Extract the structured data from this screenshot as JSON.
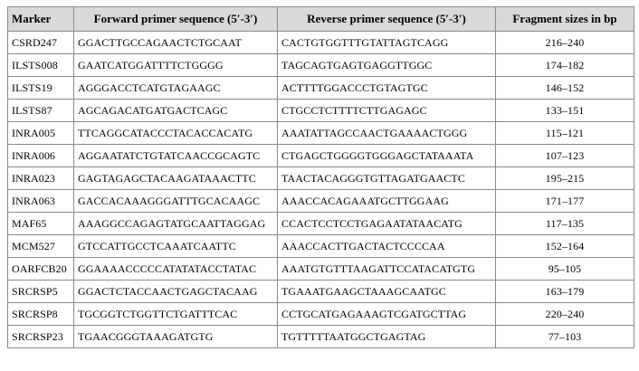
{
  "table": {
    "headers": [
      "Marker",
      "Forward primer sequence (5′-3′)",
      "Reverse primer sequence (5′-3′)",
      "Fragment sizes in bp"
    ],
    "rows": [
      [
        "CSRD247",
        "GGACTTGCCAGAACTCTGCAAT",
        "CACTGTGGTTTGTATTAGTCAGG",
        "216–240"
      ],
      [
        "ILSTS008",
        "GAATCATGGATTTTCTGGGG",
        "TAGCAGTGAGTGAGGTTGGC",
        "174–182"
      ],
      [
        "ILSTS19",
        "AGGGACCTCATGTAGAAGC",
        "ACTTTTGGACCCTGTAGTGC",
        "146–152"
      ],
      [
        "ILSTS87",
        "AGCAGACATGATGACTCAGC",
        "CTGCCTCTTTTCTTGAGAGC",
        "133–151"
      ],
      [
        "INRA005",
        "TTCAGGCATACCCTACACCACATG",
        "AAATATTAGCCAACTGAAAACTGGG",
        "115–121"
      ],
      [
        "INRA006",
        "AGGAATATCTGTATCAACCGCAGTC",
        "CTGAGCTGGGGTGGGAGCTATAAATA",
        "107–123"
      ],
      [
        "INRA023",
        "GAGTAGAGCTACAAGATAAACTTC",
        "TAACTACAGGGTGTTAGATGAACTC",
        "195–215"
      ],
      [
        "INRA063",
        "GACCACAAAGGGATTTGCACAAGC",
        "AAACCACAGAAATGCTTGGAAG",
        "171–177"
      ],
      [
        "MAF65",
        "AAAGGCCAGAGTATGCAATTAGGAG",
        "CCACTCCTCCTGAGAATATAACATG",
        "117–135"
      ],
      [
        "MCM527",
        "GTCCATTGCCTCAAATCAATTC",
        "AAACCACTTGACTACTCCCCAA",
        "152–164"
      ],
      [
        "OARFCB20",
        "GGAAAACCCCCATATATACCTATAC",
        "AAATGTGTTTAAGATTCCATACATGTG",
        "95–105"
      ],
      [
        "SRCRSP5",
        "GGACTCTACCAACTGAGCTACAAG",
        "TGAAATGAAGCTAAAGCAATGC",
        "163–179"
      ],
      [
        "SRCRSP8",
        "TGCGGTCTGGTTCTGATTTCAC",
        "CCTGCATGAGAAAGTCGATGCTTAG",
        "220–240"
      ],
      [
        "SRCRSP23",
        "TGAACGGGTAAAGATGTG",
        "TGTTTTTAATGGCTGAGTAG",
        "77–103"
      ]
    ]
  }
}
